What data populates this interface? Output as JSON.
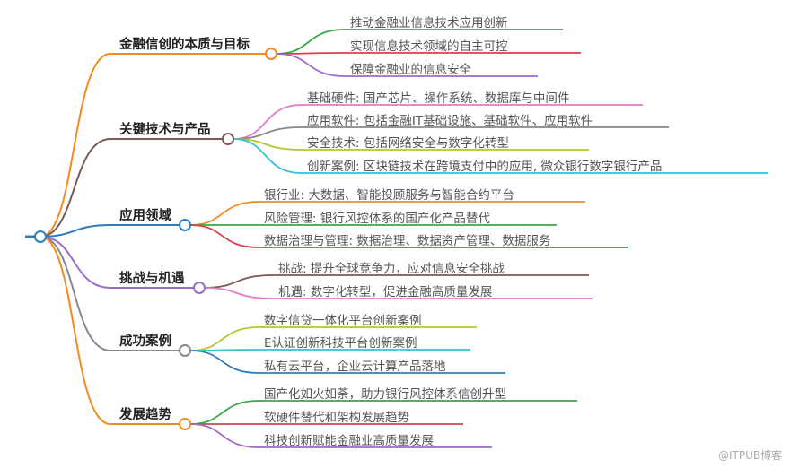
{
  "mindmap": {
    "branches": [
      {
        "label": "金融信创的本质与目标",
        "color": "#f28b1f",
        "leaves": [
          {
            "label": "推动金融业信息技术应用创新",
            "color": "#3aa844"
          },
          {
            "label": "实现信息技术领域的自主可控",
            "color": "#d9414b"
          },
          {
            "label": "保障金融业的信息安全",
            "color": "#9b6bcc"
          }
        ]
      },
      {
        "label": "关键技术与产品",
        "color": "#7a5a55",
        "leaves": [
          {
            "label": "基础硬件: 国产芯片、操作系统、数据库与中间件",
            "color": "#e07cc8"
          },
          {
            "label": "应用软件: 包括金融IT基础设施、基础软件、应用软件",
            "color": "#888888"
          },
          {
            "label": "安全技术: 包括网络安全与数字化转型",
            "color": "#b5c532"
          },
          {
            "label": "创新案例: 区块链技术在跨境支付中的应用, 微众银行数字银行产品",
            "color": "#33c3d0"
          }
        ]
      },
      {
        "label": "应用领域",
        "color": "#2e7dbf",
        "leaves": [
          {
            "label": "银行业: 大数据、智能投顾服务与智能合约平台",
            "color": "#f28b1f"
          },
          {
            "label": "风险管理: 银行风控体系的国产化产品替代",
            "color": "#3aa844"
          },
          {
            "label": "数据治理与管理: 数据治理、数据资产管理、数据服务",
            "color": "#d9414b"
          }
        ]
      },
      {
        "label": "挑战与机遇",
        "color": "#9b6bcc",
        "leaves": [
          {
            "label": "挑战: 提升全球竞争力，应对信息安全挑战",
            "color": "#7a5a55"
          },
          {
            "label": "机遇: 数字化转型，促进金融高质量发展",
            "color": "#e07cc8"
          }
        ]
      },
      {
        "label": "成功案例",
        "color": "#888888",
        "leaves": [
          {
            "label": "数字信贷一体化平台创新案例",
            "color": "#b5c532"
          },
          {
            "label": "E认证创新科技平台创新案例",
            "color": "#33c3d0"
          },
          {
            "label": "私有云平台，企业云计算产品落地",
            "color": "#2e7dbf"
          }
        ]
      },
      {
        "label": "发展趋势",
        "color": "#f28b1f",
        "leaves": [
          {
            "label": "国产化如火如荼，助力银行风控体系信创升型",
            "color": "#3aa844"
          },
          {
            "label": "软硬件替代和架构发展趋势",
            "color": "#d9414b"
          },
          {
            "label": "科技创新赋能金融业高质量发展",
            "color": "#9b6bcc"
          }
        ]
      }
    ],
    "root_color": "#2e7dbf"
  },
  "watermark": "@ITPUB博客"
}
